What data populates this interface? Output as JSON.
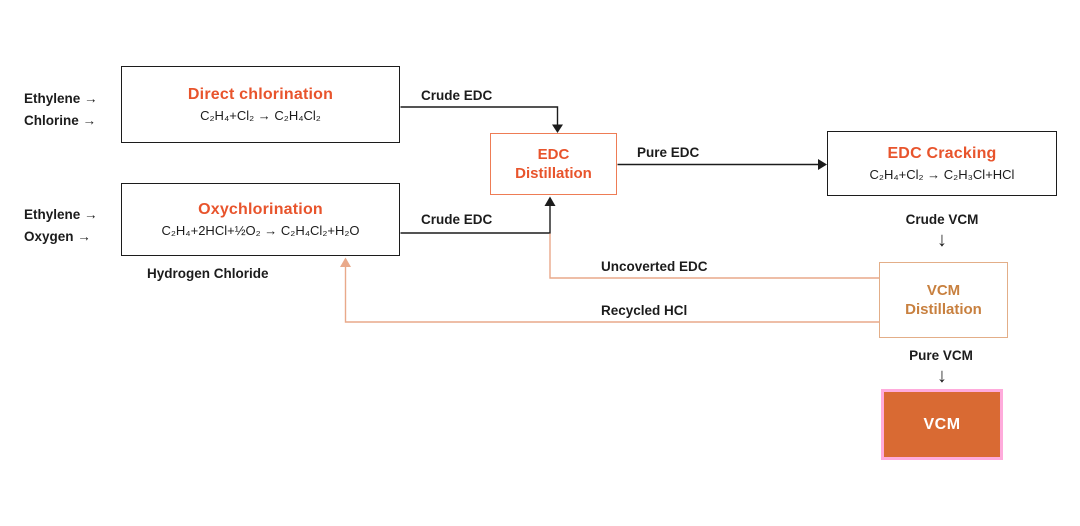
{
  "colors": {
    "accent_orange": "#e8542c",
    "muted_orange_text": "#c8803f",
    "muted_orange_border": "#e3ae88",
    "connector_orange": "#e9a98a",
    "connector_black": "#1c1c1c",
    "vcm_fill": "#d96a33",
    "vcm_highlight_pink": "#ffabdc",
    "background": "#ffffff"
  },
  "feeds": {
    "direct": [
      {
        "label": "Ethylene →"
      },
      {
        "label": "Chlorine →"
      }
    ],
    "oxy": [
      {
        "label": "Ethylene →"
      },
      {
        "label": "Oxygen →"
      }
    ]
  },
  "boxes": {
    "direct_chlorination": {
      "title": "Direct chlorination",
      "formula": "C₂H₄+Cl₂ → C₂H₄Cl₂"
    },
    "oxychlorination": {
      "title": "Oxychlorination",
      "formula": "C₂H₄+2HCl+½O₂ → C₂H₄Cl₂+H₂O"
    },
    "edc_distillation": {
      "title_line1": "EDC",
      "title_line2": "Distillation"
    },
    "edc_cracking": {
      "title": "EDC Cracking",
      "formula": "C₂H₄+Cl₂ → C₂H₃Cl+HCl"
    },
    "vcm_distillation": {
      "title_line1": "VCM",
      "title_line2": "Distillation"
    },
    "vcm": {
      "title": "VCM"
    }
  },
  "labels": {
    "crude_edc_top": "Crude EDC",
    "crude_edc_bottom": "Crude EDC",
    "pure_edc": "Pure EDC",
    "hydrogen_chloride": "Hydrogen Chloride",
    "crude_vcm": "Crude VCM",
    "unconverted_edc": "Uncoverted EDC",
    "recycled_hcl": "Recycled HCl",
    "pure_vcm": "Pure VCM",
    "down_arrow": "↓"
  }
}
